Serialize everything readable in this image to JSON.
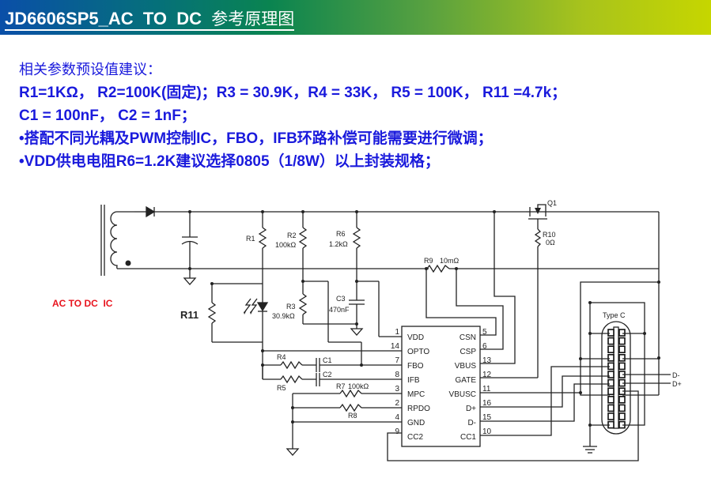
{
  "header": {
    "title_latin": "JD6606SP5_AC  TO  DC  ",
    "title_cn": "参考原理图",
    "gradient_start": "#0a4fa8",
    "gradient_end": "#c6d600"
  },
  "notes": {
    "text_color": "#1a1adc",
    "lines": [
      "相关参数预设值建议：",
      "R1=1KΩ， R2=100K(固定)；R3 = 30.9K，R4 = 33K， R5 = 100K， R11 =4.7k；",
      "C1 = 100nF， C2 = 1nF；",
      "•搭配不同光耦及PWM控制IC，FBO，IFB环路补偿可能需要进行微调；",
      "•VDD供电电阻R6=1.2K建议选择0805（1/8W）以上封装规格；"
    ]
  },
  "schematic": {
    "side_label": "AC TO DC  IC",
    "side_label_color": "#e8141e",
    "r11_label": "R11",
    "components": {
      "R1": {
        "name": "R1"
      },
      "R2": {
        "name": "R2",
        "value": "100kΩ"
      },
      "R3": {
        "name": "R3",
        "value": "30.9kΩ"
      },
      "R4": {
        "name": "R4"
      },
      "R5": {
        "name": "R5"
      },
      "R6": {
        "name": "R6",
        "value": "1.2kΩ"
      },
      "R7": {
        "name": "R7",
        "value": "100kΩ"
      },
      "R8": {
        "name": "R8"
      },
      "R9": {
        "name": "R9",
        "value": "10mΩ"
      },
      "R10": {
        "name": "R10",
        "value": "0Ω"
      },
      "C1": {
        "name": "C1"
      },
      "C2": {
        "name": "C2"
      },
      "C3": {
        "name": "C3",
        "value": "470nF"
      },
      "Q1": {
        "name": "Q1"
      }
    },
    "ic": {
      "left_pins": [
        {
          "num": "1",
          "name": "VDD"
        },
        {
          "num": "14",
          "name": "OPTO"
        },
        {
          "num": "7",
          "name": "FBO"
        },
        {
          "num": "8",
          "name": "IFB"
        },
        {
          "num": "3",
          "name": "MPC"
        },
        {
          "num": "2",
          "name": "RPDO"
        },
        {
          "num": "4",
          "name": "GND"
        },
        {
          "num": "9",
          "name": "CC2"
        }
      ],
      "right_pins": [
        {
          "num": "5",
          "name": "CSN"
        },
        {
          "num": "6",
          "name": "CSP"
        },
        {
          "num": "13",
          "name": "VBUS"
        },
        {
          "num": "12",
          "name": "GATE"
        },
        {
          "num": "11",
          "name": "VBUSC"
        },
        {
          "num": "16",
          "name": "D+"
        },
        {
          "num": "15",
          "name": "D-"
        },
        {
          "num": "10",
          "name": "CC1"
        }
      ]
    },
    "connector": {
      "label": "Type C",
      "d_minus": "D-",
      "d_plus": "D+"
    }
  }
}
